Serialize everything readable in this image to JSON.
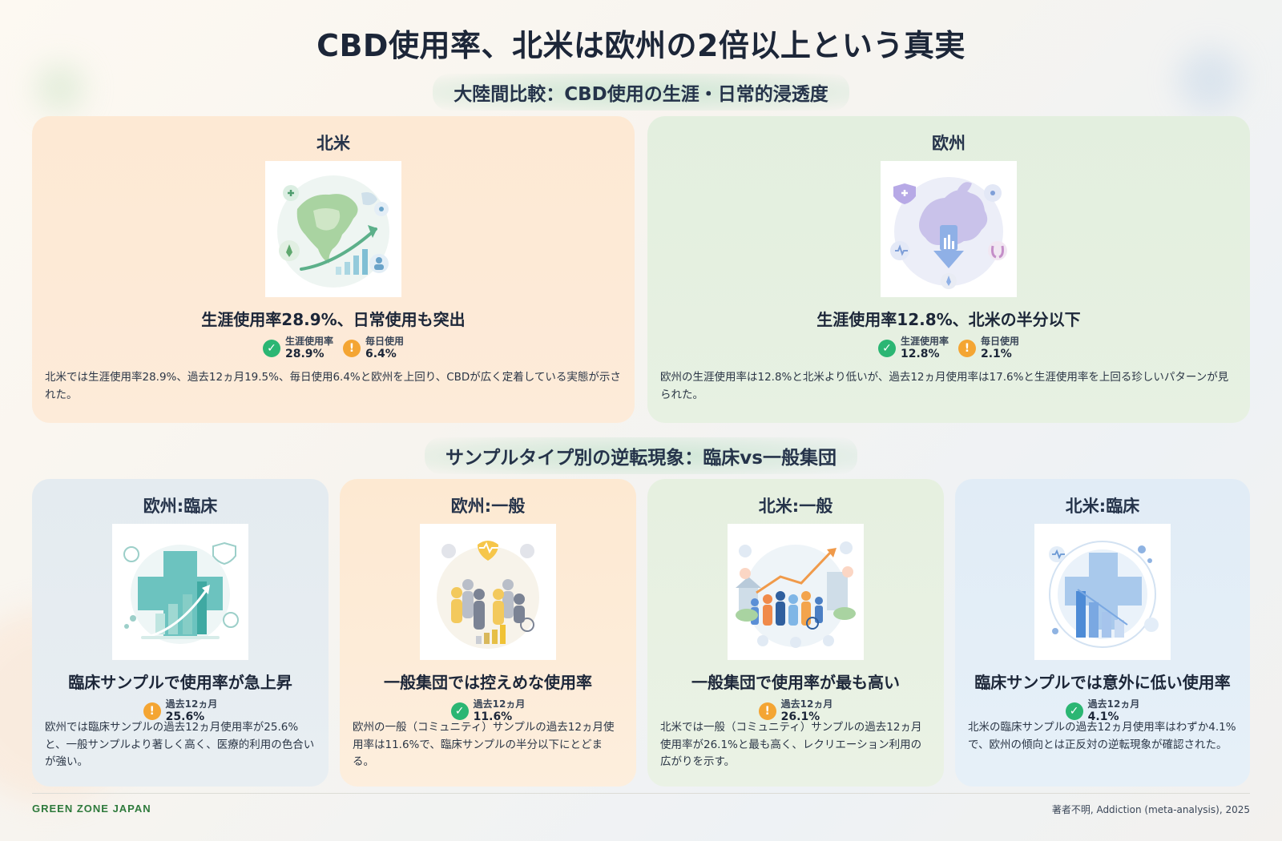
{
  "title": "CBD使用率、北米は欧州の2倍以上という真実",
  "section1": {
    "title": "大陸間比較：CBD使用の生涯・日常的浸透度"
  },
  "section2": {
    "title": "サンプルタイプ別の逆転現象：臨床vs一般集団"
  },
  "continents": [
    {
      "region": "北米",
      "headline": "生涯使用率28.9%、日常使用も突出",
      "metrics": [
        {
          "label": "生涯使用率",
          "value": "28.9%",
          "icon": "check-icon",
          "color": "#2bb673"
        },
        {
          "label": "毎日使用",
          "value": "6.4%",
          "icon": "alert-icon",
          "color": "#f4a533"
        }
      ],
      "description": "北米では生涯使用率28.9%、過去12ヵ月19.5%、毎日使用6.4%と欧州を上回り、CBDが広く定着している実態が示された。"
    },
    {
      "region": "欧州",
      "headline": "生涯使用率12.8%、北米の半分以下",
      "metrics": [
        {
          "label": "生涯使用率",
          "value": "12.8%",
          "icon": "check-icon",
          "color": "#2bb673"
        },
        {
          "label": "毎日使用",
          "value": "2.1%",
          "icon": "alert-icon",
          "color": "#f4a533"
        }
      ],
      "description": "欧州の生涯使用率は12.8%と北米より低いが、過去12ヵ月使用率は17.6%と生涯使用率を上回る珍しいパターンが見られた。"
    }
  ],
  "samples": [
    {
      "region": "欧州:臨床",
      "headline": "臨床サンプルで使用率が急上昇",
      "metric": {
        "label": "過去12ヵ月",
        "value": "25.6%",
        "icon": "alert-icon",
        "color": "#f4a533"
      },
      "description": "欧州では臨床サンプルの過去12ヵ月使用率が25.6%と、一般サンプルより著しく高く、医療的利用の色合いが強い。"
    },
    {
      "region": "欧州:一般",
      "headline": "一般集団では控えめな使用率",
      "metric": {
        "label": "過去12ヵ月",
        "value": "11.6%",
        "icon": "check-icon",
        "color": "#2bb673"
      },
      "description": "欧州の一般（コミュニティ）サンプルの過去12ヵ月使用率は11.6%で、臨床サンプルの半分以下にとどまる。"
    },
    {
      "region": "北米:一般",
      "headline": "一般集団で使用率が最も高い",
      "metric": {
        "label": "過去12ヵ月",
        "value": "26.1%",
        "icon": "alert-icon",
        "color": "#f4a533"
      },
      "description": "北米では一般（コミュニティ）サンプルの過去12ヵ月使用率が26.1%と最も高く、レクリエーション利用の広がりを示す。"
    },
    {
      "region": "北米:臨床",
      "headline": "臨床サンプルでは意外に低い使用率",
      "metric": {
        "label": "過去12ヵ月",
        "value": "4.1%",
        "icon": "check-icon",
        "color": "#2bb673"
      },
      "description": "北米の臨床サンプルの過去12ヵ月使用率はわずか4.1%で、欧州の傾向とは正反対の逆転現象が確認された。"
    }
  ],
  "footer": {
    "brand": "GREEN ZONE JAPAN",
    "citation": "著者不明, Addiction (meta-analysis), 2025"
  }
}
